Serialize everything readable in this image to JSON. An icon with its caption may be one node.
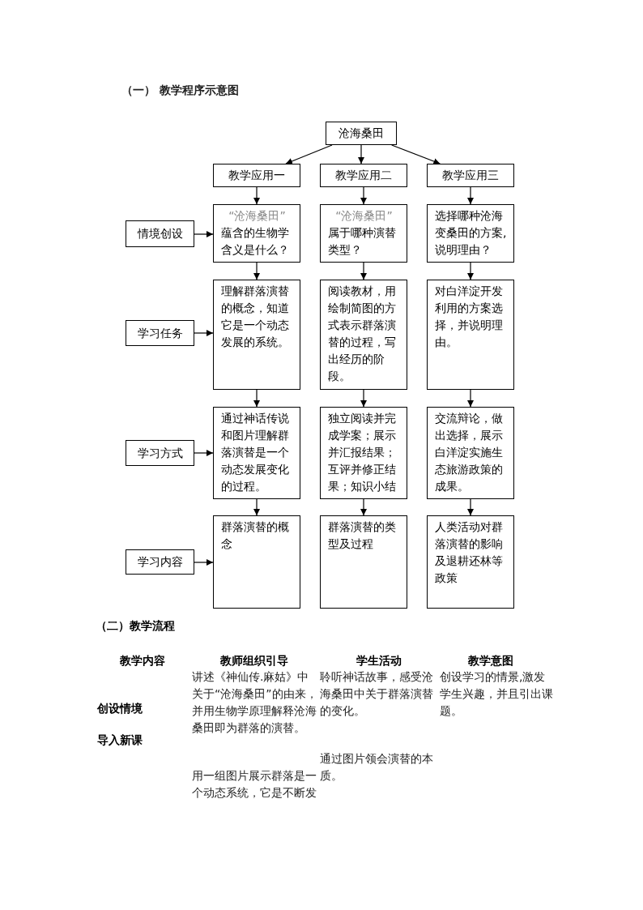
{
  "diagram": {
    "title": "（一） 教学程序示意图",
    "nodes": [
      {
        "text": [
          "沧海桑田"
        ]
      },
      {
        "text": [
          "教学应用一"
        ]
      },
      {
        "text": [
          "教学应用二"
        ]
      },
      {
        "text": [
          "教学应用三"
        ]
      },
      {
        "text": [
          "情境创设"
        ]
      },
      {
        "text": [
          "“沧海桑田”",
          "蕴含的生物学含义是什么？"
        ]
      },
      {
        "text": [
          "“沧海桑田”",
          "属于哪种演替类型？"
        ]
      },
      {
        "text": [
          "选择哪种沧海变桑田的方案,说明理由？"
        ]
      },
      {
        "text": [
          "学习任务"
        ]
      },
      {
        "text": [
          "理解群落演替的概念，知道它是一个动态发展的系统。"
        ]
      },
      {
        "text": [
          "阅读教材，用绘制简图的方式表示群落演替的过程，写出经历的阶段。"
        ]
      },
      {
        "text": [
          "对白洋淀开发利用的方案选择，并说明理由。"
        ]
      },
      {
        "text": [
          "学习方式"
        ]
      },
      {
        "text": [
          "通过神话传说和图片理解群落演替是一个动态发展变化的过程。"
        ]
      },
      {
        "text": [
          "独立阅读并完成学案；展示并汇报结果；互评并修正结果；知识小结"
        ]
      },
      {
        "text": [
          "交流辩论，做出选择，展示白洋淀实施生态旅游政策的成果。"
        ]
      },
      {
        "text": [
          "学习内容"
        ]
      },
      {
        "text": [
          "群落演替的概念"
        ]
      },
      {
        "text": [
          "群落演替的类型及过程"
        ]
      },
      {
        "text": [
          "人类活动对群落演替的影响及退耕还林等政策"
        ]
      }
    ],
    "edges": [
      {
        "from": 0,
        "to": 1,
        "arrow": "to"
      },
      {
        "from": 0,
        "to": 2,
        "arrow": "to"
      },
      {
        "from": 0,
        "to": 3,
        "arrow": "to"
      },
      {
        "from": 1,
        "to": 5,
        "arrow": "to"
      },
      {
        "from": 2,
        "to": 6,
        "arrow": "to"
      },
      {
        "from": 3,
        "to": 7,
        "arrow": "to"
      },
      {
        "from": 4,
        "to": 5,
        "arrow": "to"
      },
      {
        "from": 5,
        "to": 9,
        "arrow": "to"
      },
      {
        "from": 6,
        "to": 10,
        "arrow": "to"
      },
      {
        "from": 7,
        "to": 11,
        "arrow": "to"
      },
      {
        "from": 8,
        "to": 9,
        "arrow": "to"
      },
      {
        "from": 9,
        "to": 13,
        "arrow": "to"
      },
      {
        "from": 10,
        "to": 14,
        "arrow": "to"
      },
      {
        "from": 11,
        "to": 15,
        "arrow": "to"
      },
      {
        "from": 12,
        "to": 13,
        "arrow": "to"
      },
      {
        "from": 13,
        "to": 17,
        "arrow": "to"
      },
      {
        "from": 14,
        "to": 18,
        "arrow": "to"
      },
      {
        "from": 15,
        "to": 19,
        "arrow": "to"
      },
      {
        "from": 16,
        "to": 17,
        "arrow": "to"
      }
    ],
    "labels": [
      "（二）教学流程",
      "教学内容",
      "教师组织引导",
      "学生活动",
      "教学意图",
      "讲述《神仙传.麻姑》中关于“沧海桑田”的由来，并用生物学原理解释沧海桑田即为群落的演替。",
      "聆听神话故事，感受沧海桑田中关于群落演替的变化。",
      "创设学习的情景,激发学生兴趣，并且引出课题。",
      "创设情境",
      "导入新课",
      "通过图片领会演替的本质。",
      "用一组图片展示群落是一个动态系统，它是不断发"
    ]
  }
}
